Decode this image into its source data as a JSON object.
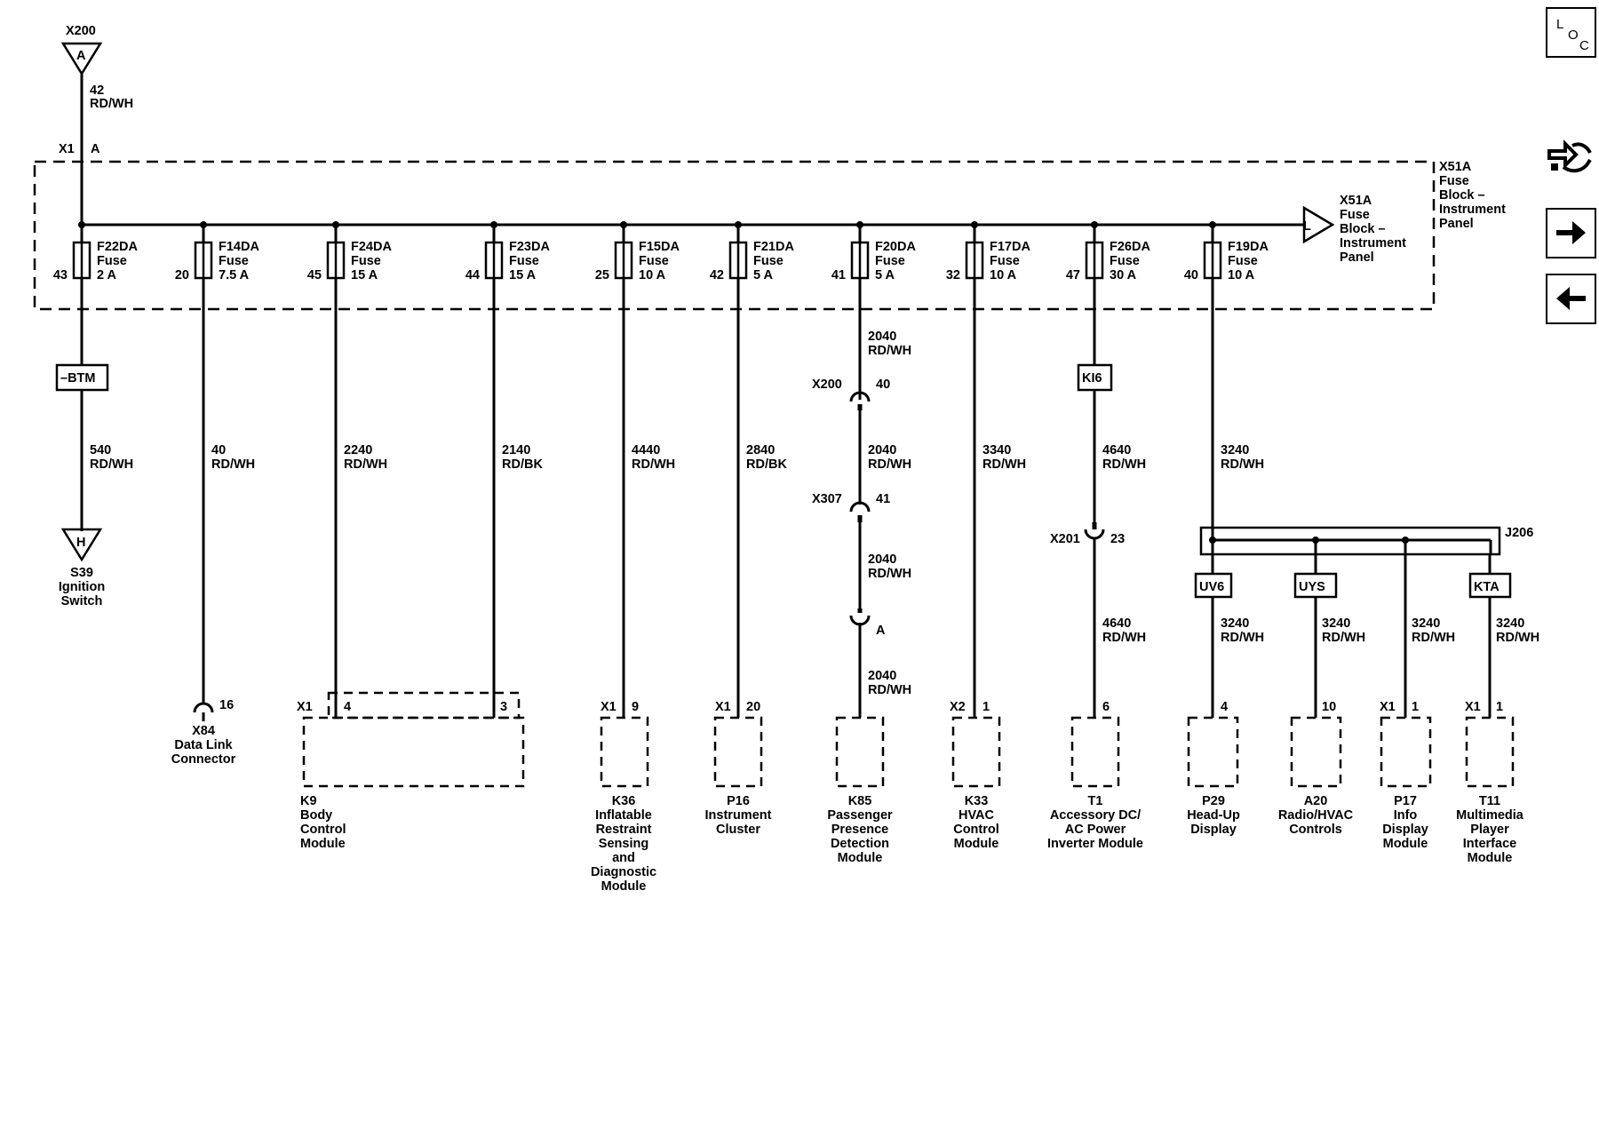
{
  "top_connector": {
    "id": "X200",
    "pin": "A",
    "circuit": "42",
    "color": "RD/WH"
  },
  "inline_connector": {
    "id": "X1",
    "pin": "A"
  },
  "fuse_block": {
    "name": [
      "X51A",
      "Fuse",
      "Block –",
      "Instrument",
      "Panel"
    ],
    "symbol": "L"
  },
  "fuse_block_ref": [
    "X51A",
    "Fuse",
    "Block –",
    "Instrument",
    "Panel"
  ],
  "fuses": [
    {
      "pin": "43",
      "name": "F22DA",
      "type": "Fuse",
      "rating": "2 A"
    },
    {
      "pin": "20",
      "name": "F14DA",
      "type": "Fuse",
      "rating": "7.5 A"
    },
    {
      "pin": "45",
      "name": "F24DA",
      "type": "Fuse",
      "rating": "15 A"
    },
    {
      "pin": "44",
      "name": "F23DA",
      "type": "Fuse",
      "rating": "15 A"
    },
    {
      "pin": "25",
      "name": "F15DA",
      "type": "Fuse",
      "rating": "10 A"
    },
    {
      "pin": "42",
      "name": "F21DA",
      "type": "Fuse",
      "rating": "5 A"
    },
    {
      "pin": "41",
      "name": "F20DA",
      "type": "Fuse",
      "rating": "5 A"
    },
    {
      "pin": "32",
      "name": "F17DA",
      "type": "Fuse",
      "rating": "10 A"
    },
    {
      "pin": "47",
      "name": "F26DA",
      "type": "Fuse",
      "rating": "30 A"
    },
    {
      "pin": "40",
      "name": "F19DA",
      "type": "Fuse",
      "rating": "10 A"
    }
  ],
  "option_codes": {
    "btm": "–BTM",
    "ki6": "KI6",
    "uv6": "UV6",
    "uys": "UYS",
    "kta": "KTA"
  },
  "circuits": {
    "c540": {
      "num": "540",
      "color": "RD/WH"
    },
    "c40": {
      "num": "40",
      "color": "RD/WH"
    },
    "c2240": {
      "num": "2240",
      "color": "RD/WH"
    },
    "c2140": {
      "num": "2140",
      "color": "RD/BK"
    },
    "c4440": {
      "num": "4440",
      "color": "RD/WH"
    },
    "c2840": {
      "num": "2840",
      "color": "RD/BK"
    },
    "c2040": {
      "num": "2040",
      "color": "RD/WH"
    },
    "c3340": {
      "num": "3340",
      "color": "RD/WH"
    },
    "c4640": {
      "num": "4640",
      "color": "RD/WH"
    },
    "c3240": {
      "num": "3240",
      "color": "RD/WH"
    }
  },
  "inline_connectors": {
    "x200": {
      "id": "X200",
      "pin": "40"
    },
    "x307": {
      "id": "X307",
      "pin": "41"
    },
    "x201": {
      "id": "X201",
      "pin": "23"
    },
    "kpin": {
      "pin": "A"
    }
  },
  "splice": {
    "id": "J206"
  },
  "ignition_switch": {
    "symbol": "H",
    "name": [
      "S39",
      "Ignition",
      "Switch"
    ]
  },
  "dlc": {
    "pin": "16",
    "name": [
      "X84",
      "Data Link",
      "Connector"
    ]
  },
  "components": {
    "k9": {
      "conn": "X1",
      "pin_a": "4",
      "pin_b": "3",
      "name": [
        "K9",
        "Body",
        "Control",
        "Module"
      ]
    },
    "k36": {
      "conn": "X1",
      "pin": "9",
      "name": [
        "K36",
        "Inflatable",
        "Restraint",
        "Sensing",
        "and",
        "Diagnostic",
        "Module"
      ]
    },
    "p16": {
      "conn": "X1",
      "pin": "20",
      "name": [
        "P16",
        "Instrument",
        "Cluster"
      ]
    },
    "k85": {
      "name": [
        "K85",
        "Passenger",
        "Presence",
        "Detection",
        "Module"
      ]
    },
    "k33": {
      "conn": "X2",
      "pin": "1",
      "name": [
        "K33",
        "HVAC",
        "Control",
        "Module"
      ]
    },
    "t1": {
      "pin": "6",
      "name": [
        "T1",
        "Accessory DC/",
        "AC Power",
        "Inverter Module"
      ]
    },
    "p29": {
      "pin": "4",
      "name": [
        "P29",
        "Head-Up",
        "Display"
      ]
    },
    "a20": {
      "pin": "10",
      "name": [
        "A20",
        "Radio/HVAC",
        "Controls"
      ]
    },
    "p17": {
      "conn": "X1",
      "pin": "1",
      "name": [
        "P17",
        "Info",
        "Display",
        "Module"
      ]
    },
    "t11": {
      "conn": "X1",
      "pin": "1",
      "name": [
        "T11",
        "Multimedia",
        "Player",
        "Interface",
        "Module"
      ]
    }
  },
  "nav": {
    "loc": [
      "L",
      "O",
      "C"
    ]
  }
}
